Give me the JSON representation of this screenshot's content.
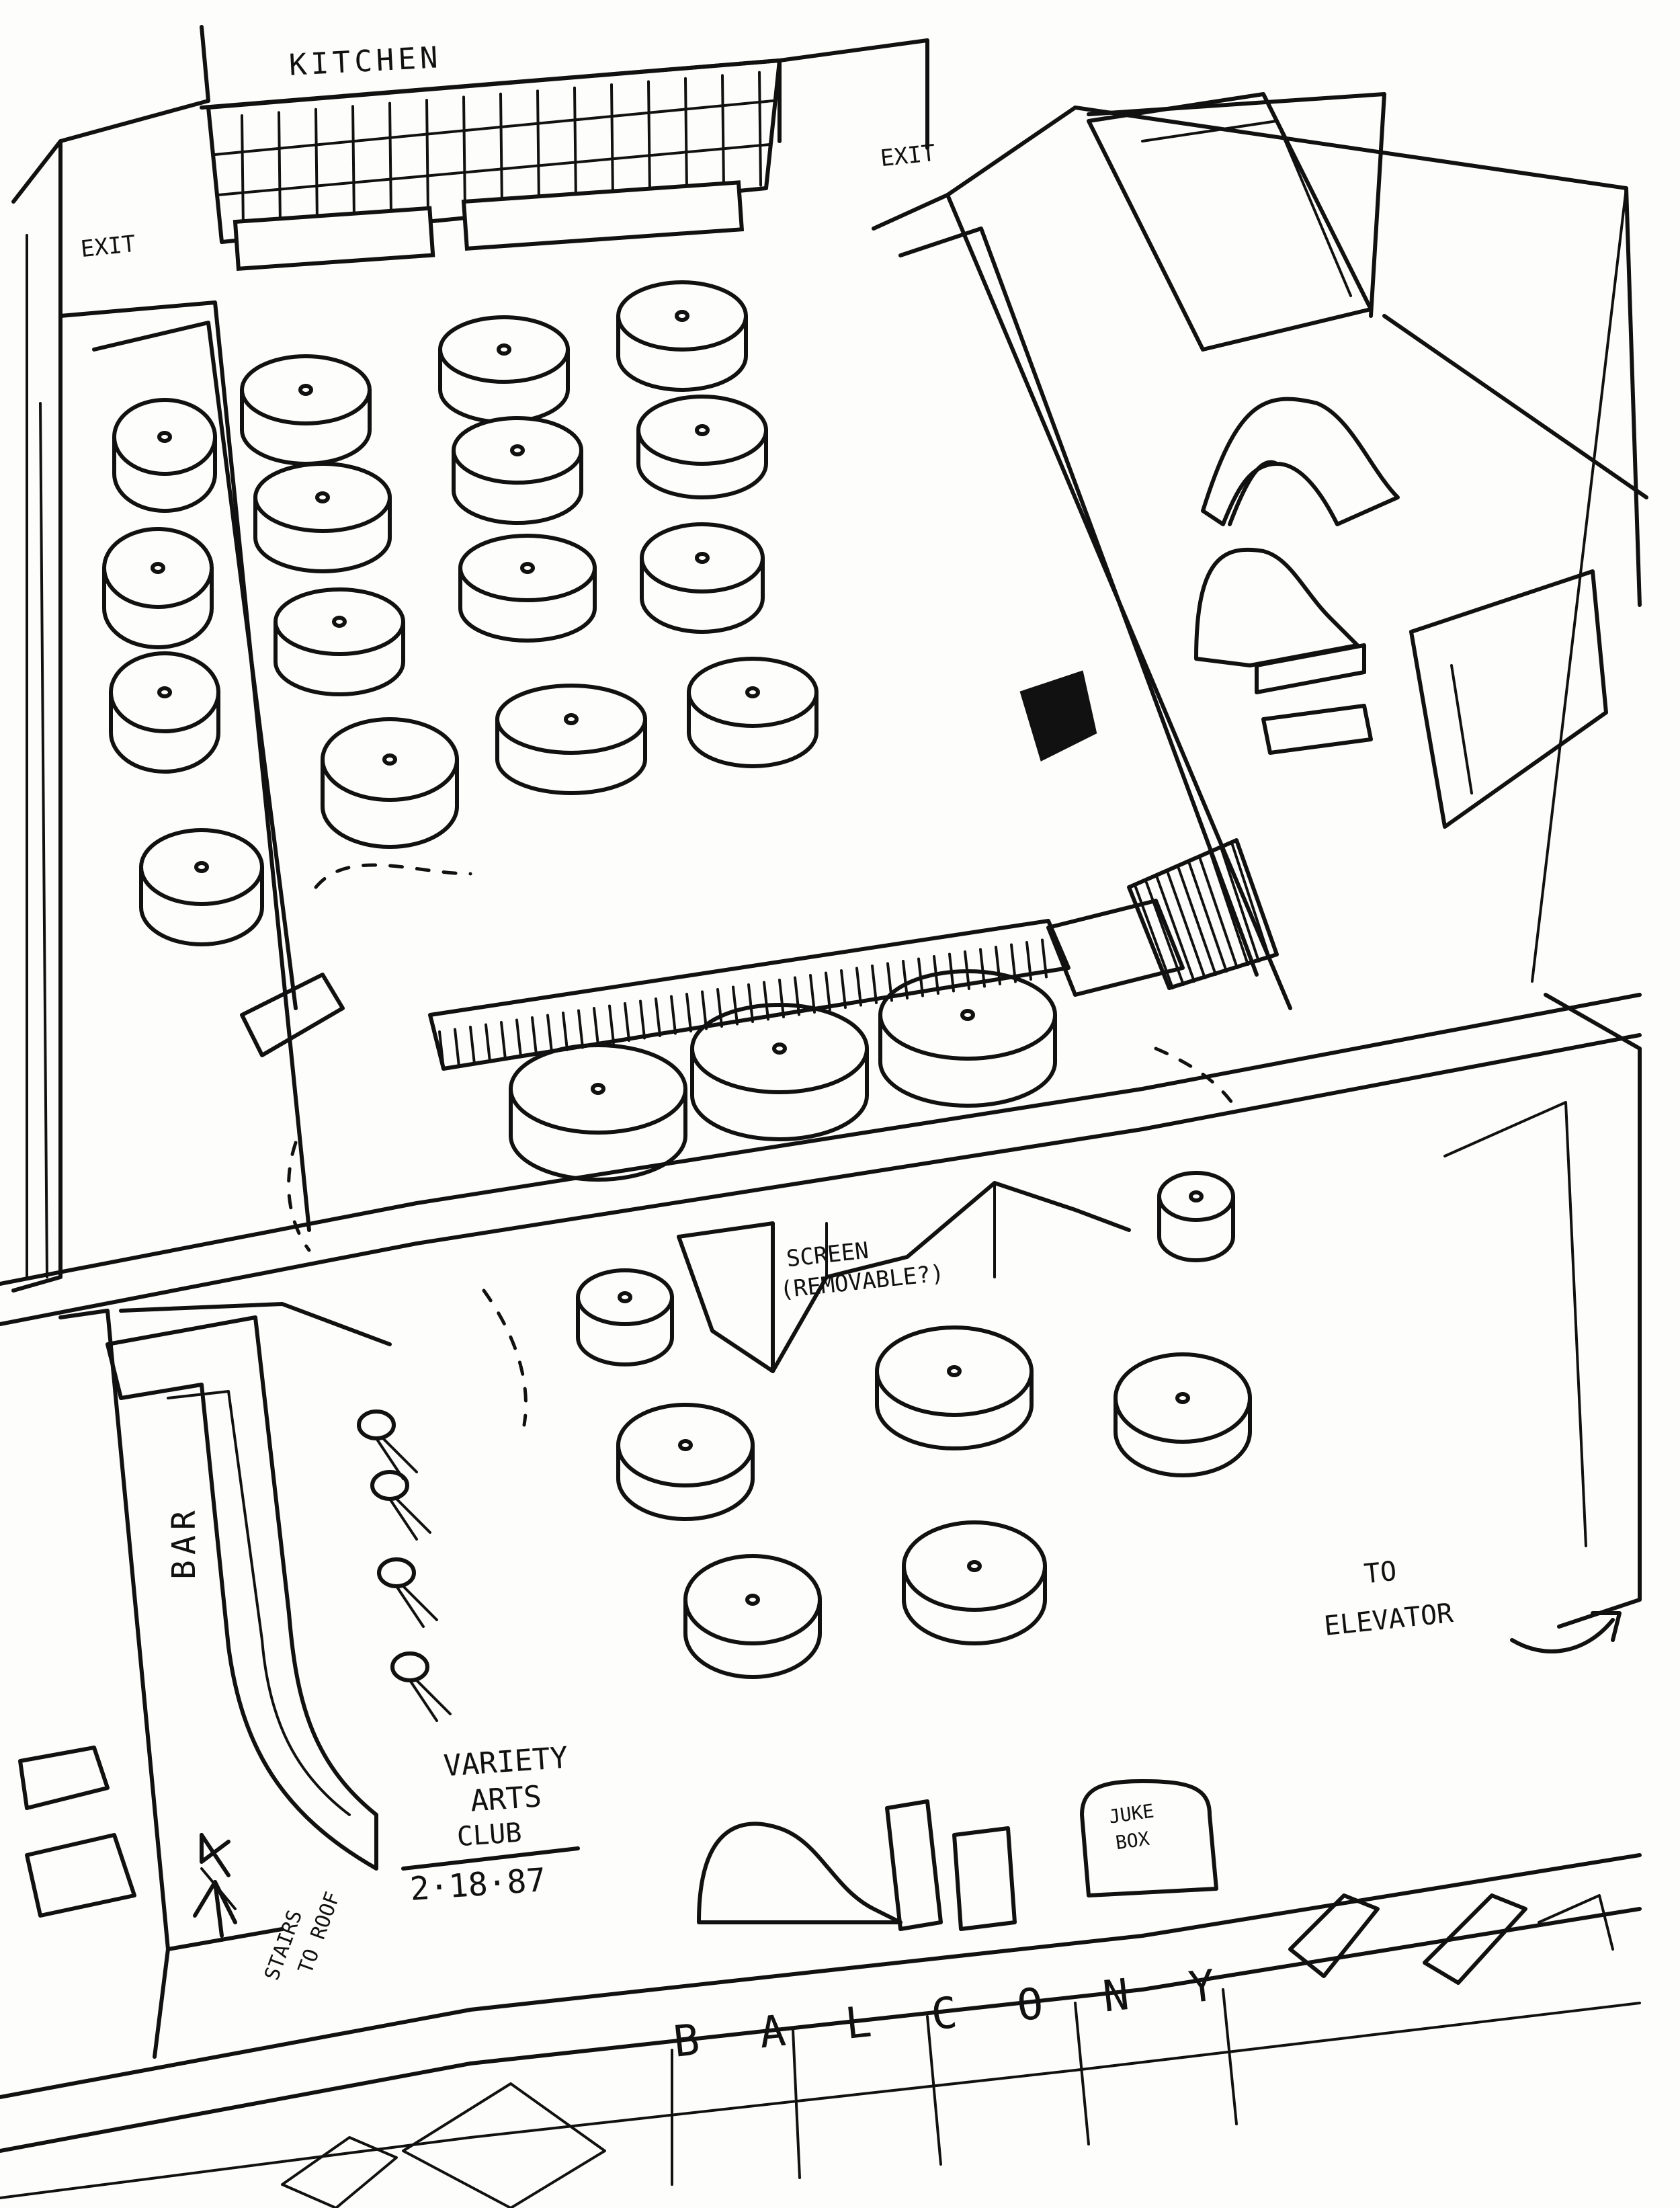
{
  "labels": {
    "kitchen": "KITCHEN",
    "exit_left": "EXIT",
    "exit_right": "EXIT",
    "screen_line1": "SCREEN",
    "screen_line2": "(REMOVABLE?)",
    "bar": "BAR",
    "to_elevator_line1": "TO",
    "to_elevator_line2": "ELEVATOR",
    "stairs_line1": "STAIRS",
    "stairs_line2": "TO ROOF",
    "juke_line1": "JUKE",
    "juke_line2": "BOX",
    "balcony": "BALCONY"
  },
  "signature": {
    "line1": "VARIETY",
    "line2": "ARTS",
    "line3": "CLUB",
    "date": "2·18·87"
  },
  "colors": {
    "ink": "#111111",
    "paper": "#fdfdfb"
  }
}
